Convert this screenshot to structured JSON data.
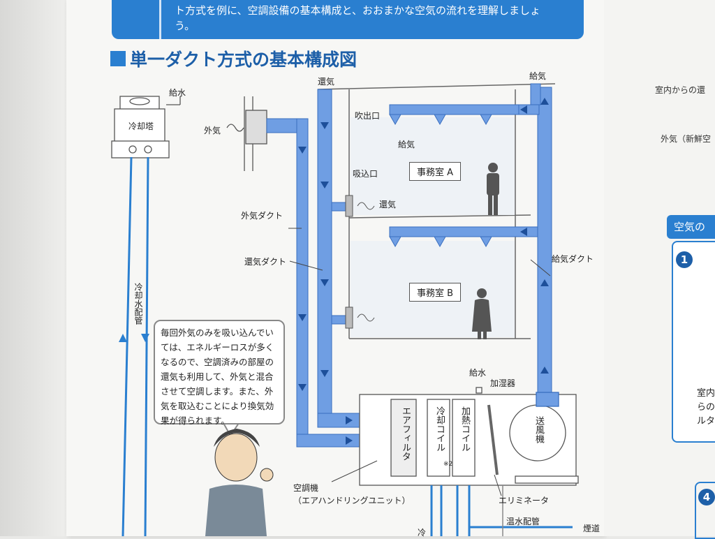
{
  "intro": {
    "line1": "ト方式を例に、空調設備の基本構成と、おおまかな空気の流れを理解しましょ",
    "line2": "う。"
  },
  "heading": "単一ダクト方式の基本構成図",
  "diagram": {
    "cooling_tower": "冷却塔",
    "water_supply_top": "給水",
    "outdoor_air": "外気",
    "return_air_top": "還気",
    "supply_air_top": "給気",
    "outlet": "吹出口",
    "supply_air_room": "給気",
    "room_a": "事務室 A",
    "room_b": "事務室 B",
    "inlet": "吸込口",
    "return_air_room": "還気",
    "outdoor_duct": "外気ダクト",
    "return_duct": "還気ダクト",
    "supply_duct": "給気ダクト",
    "cooling_water_pipe": "冷却水配管",
    "water_supply": "給水",
    "humidifier": "加湿器",
    "air_filter": "エアフィルタ",
    "cooling_coil": "冷却コイル",
    "heating_coil": "加熱コイル",
    "fan": "送風機",
    "note_mark": "※2",
    "eliminator": "エリミネータ",
    "ahu_line1": "空調機",
    "ahu_line2": "（エアハンドリングユニット）",
    "hot_water_pipe": "温水配管",
    "flue": "煙道",
    "bottom_frag": "冷"
  },
  "speech": "毎回外気のみを吸い込んでいては、エネルギーロスが多くなるので、空調済みの部屋の還気も利用して、外気と混合させて空調します。また、外気を取込むことにより換気効果が得られます。",
  "right_page": {
    "text1": "室内からの還",
    "text2": "外気（新鮮空",
    "badge": "空気の",
    "num1": "1",
    "frag1": "室内",
    "frag2": "らの",
    "frag3": "ルタ",
    "num2": "4"
  },
  "colors": {
    "duct": "#5b8fdc",
    "accent": "#2a7fd0",
    "heading": "#1d5fa8"
  }
}
